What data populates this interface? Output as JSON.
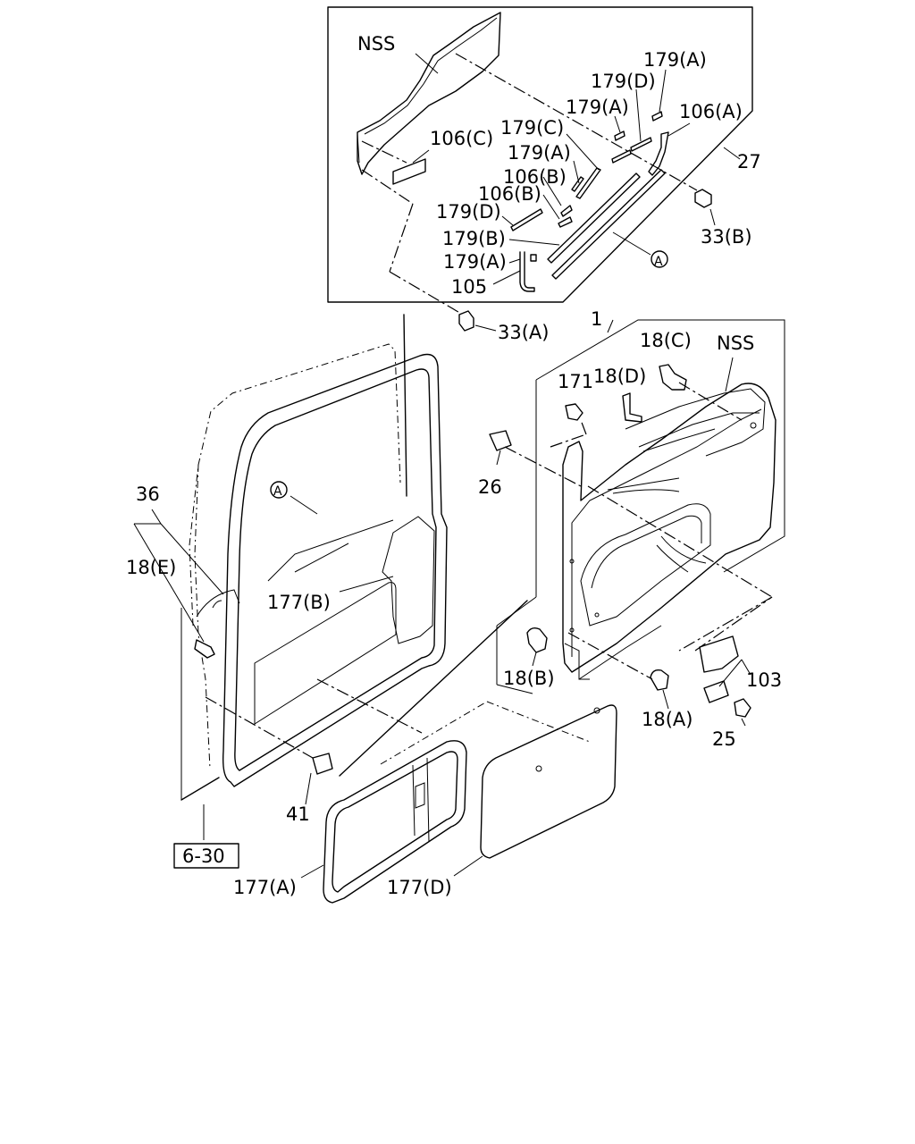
{
  "diagram": {
    "labels": {
      "nss_top": "NSS",
      "p179a_1": "179(A)",
      "p179d_1": "179(D)",
      "p179a_2": "179(A)",
      "p106a": "106(A)",
      "p179c": "179(C)",
      "p106c": "106(C)",
      "p27": "27",
      "p179a_3": "179(A)",
      "p106b_1": "106(B)",
      "p106b_2": "106(B)",
      "p179d_2": "179(D)",
      "p33b": "33(B)",
      "p179b": "179(B)",
      "p179a_4": "179(A)",
      "p105": "105",
      "p33a": "33(A)",
      "p1": "1",
      "p18c": "18(C)",
      "nss_right": "NSS",
      "p171": "171",
      "p18d": "18(D)",
      "p26": "26",
      "p36": "36",
      "p18e": "18(E)",
      "p177b": "177(B)",
      "p18b": "18(B)",
      "p103": "103",
      "p18a": "18(A)",
      "p25": "25",
      "p41": "41",
      "p6_30": "6-30",
      "p177a": "177(A)",
      "p177d": "177(D)",
      "marker_a_top": "A",
      "marker_a_door": "A"
    }
  }
}
